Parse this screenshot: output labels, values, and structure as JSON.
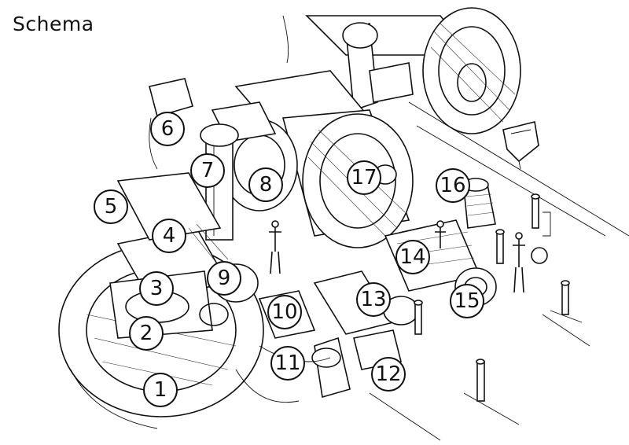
{
  "title": "Schema",
  "callouts": [
    {
      "label": "1"
    },
    {
      "label": "2"
    },
    {
      "label": "3"
    },
    {
      "label": "4"
    },
    {
      "label": "5"
    },
    {
      "label": "6"
    },
    {
      "label": "7"
    },
    {
      "label": "8"
    },
    {
      "label": "9"
    },
    {
      "label": "10"
    },
    {
      "label": "11"
    },
    {
      "label": "12"
    },
    {
      "label": "13"
    },
    {
      "label": "14"
    },
    {
      "label": "15"
    },
    {
      "label": "16"
    },
    {
      "label": "17"
    }
  ]
}
